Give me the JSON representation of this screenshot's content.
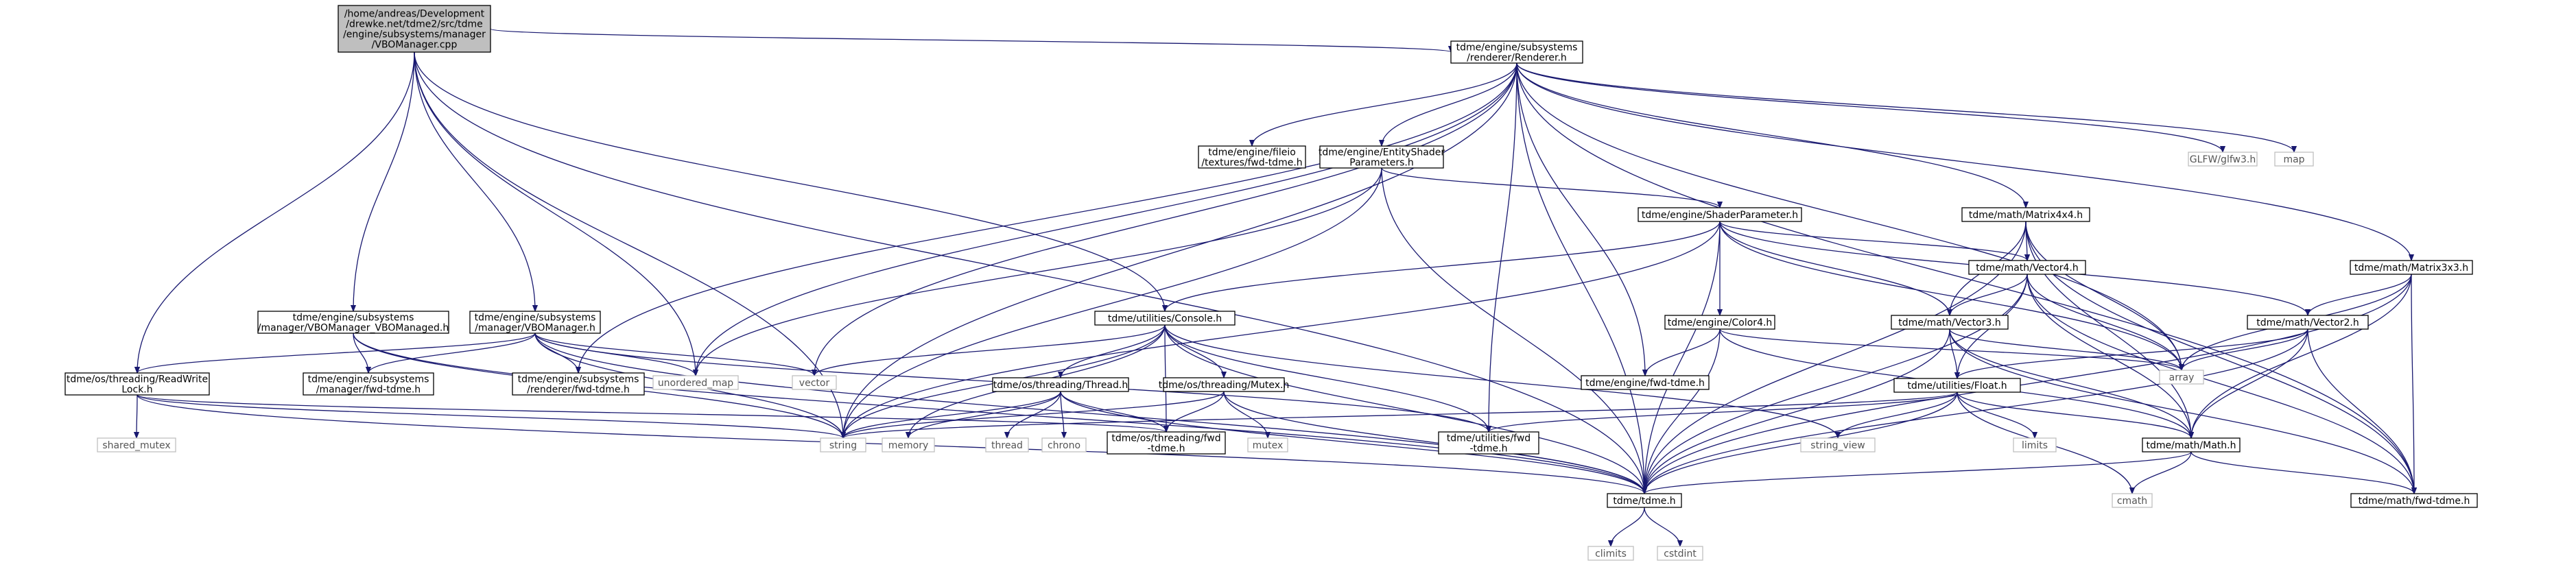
{
  "graph": {
    "nodes": [
      {
        "id": "root",
        "kind": "root",
        "lines": [
          "/home/andreas/Development",
          "/drewke.net/tdme2/src/tdme",
          "/engine/subsystems/manager",
          "/VBOManager.cpp"
        ]
      },
      {
        "id": "renderer",
        "kind": "file",
        "lines": [
          "tdme/engine/subsystems",
          "/renderer/Renderer.h"
        ]
      },
      {
        "id": "vbomanaged",
        "kind": "file",
        "lines": [
          "tdme/engine/subsystems",
          "/manager/VBOManager_VBOManaged.h"
        ]
      },
      {
        "id": "vbomanager",
        "kind": "file",
        "lines": [
          "tdme/engine/subsystems",
          "/manager/VBOManager.h"
        ]
      },
      {
        "id": "readwritelock",
        "kind": "file",
        "lines": [
          "tdme/os/threading/ReadWrite",
          "Lock.h"
        ]
      },
      {
        "id": "fileio_fwd",
        "kind": "file",
        "lines": [
          "tdme/engine/fileio",
          "/textures/fwd-tdme.h"
        ]
      },
      {
        "id": "entityshader",
        "kind": "file",
        "lines": [
          "tdme/engine/EntityShader",
          "Parameters.h"
        ]
      },
      {
        "id": "glfw",
        "kind": "external",
        "lines": [
          "GLFW/glfw3.h"
        ]
      },
      {
        "id": "map",
        "kind": "external",
        "lines": [
          "map"
        ]
      },
      {
        "id": "shaderparam",
        "kind": "file",
        "lines": [
          "tdme/engine/ShaderParameter.h"
        ]
      },
      {
        "id": "matrix4x4",
        "kind": "file",
        "lines": [
          "tdme/math/Matrix4x4.h"
        ]
      },
      {
        "id": "matrix3x3",
        "kind": "file",
        "lines": [
          "tdme/math/Matrix3x3.h"
        ]
      },
      {
        "id": "vector4",
        "kind": "file",
        "lines": [
          "tdme/math/Vector4.h"
        ]
      },
      {
        "id": "vector2",
        "kind": "file",
        "lines": [
          "tdme/math/Vector2.h"
        ]
      },
      {
        "id": "console",
        "kind": "file",
        "lines": [
          "tdme/utilities/Console.h"
        ]
      },
      {
        "id": "color4",
        "kind": "file",
        "lines": [
          "tdme/engine/Color4.h"
        ]
      },
      {
        "id": "vector3",
        "kind": "file",
        "lines": [
          "tdme/math/Vector3.h"
        ]
      },
      {
        "id": "manager_fwd",
        "kind": "file",
        "lines": [
          "tdme/engine/subsystems",
          "/manager/fwd-tdme.h"
        ]
      },
      {
        "id": "renderer_fwd",
        "kind": "file",
        "lines": [
          "tdme/engine/subsystems",
          "/renderer/fwd-tdme.h"
        ]
      },
      {
        "id": "unordered_map",
        "kind": "external",
        "lines": [
          "unordered_map"
        ]
      },
      {
        "id": "vector",
        "kind": "external",
        "lines": [
          "vector"
        ]
      },
      {
        "id": "engine_fwd",
        "kind": "file",
        "lines": [
          "tdme/engine/fwd-tdme.h"
        ]
      },
      {
        "id": "array",
        "kind": "external",
        "lines": [
          "array"
        ]
      },
      {
        "id": "float",
        "kind": "file",
        "lines": [
          "tdme/utilities/Float.h"
        ]
      },
      {
        "id": "shared_mutex",
        "kind": "external",
        "lines": [
          "shared_mutex"
        ]
      },
      {
        "id": "thread_h",
        "kind": "file",
        "lines": [
          "tdme/os/threading/Thread.h"
        ]
      },
      {
        "id": "mutex_h",
        "kind": "file",
        "lines": [
          "tdme/os/threading/Mutex.h"
        ]
      },
      {
        "id": "string",
        "kind": "external",
        "lines": [
          "string"
        ]
      },
      {
        "id": "memory",
        "kind": "external",
        "lines": [
          "memory"
        ]
      },
      {
        "id": "thread",
        "kind": "external",
        "lines": [
          "thread"
        ]
      },
      {
        "id": "chrono",
        "kind": "external",
        "lines": [
          "chrono"
        ]
      },
      {
        "id": "threading_fwd",
        "kind": "file",
        "lines": [
          "tdme/os/threading/fwd",
          "-tdme.h"
        ]
      },
      {
        "id": "mutex",
        "kind": "external",
        "lines": [
          "mutex"
        ]
      },
      {
        "id": "utilities_fwd",
        "kind": "file",
        "lines": [
          "tdme/utilities/fwd",
          "-tdme.h"
        ]
      },
      {
        "id": "string_view",
        "kind": "external",
        "lines": [
          "string_view"
        ]
      },
      {
        "id": "limits",
        "kind": "external",
        "lines": [
          "limits"
        ]
      },
      {
        "id": "math_h",
        "kind": "file",
        "lines": [
          "tdme/math/Math.h"
        ]
      },
      {
        "id": "tdme_h",
        "kind": "file",
        "lines": [
          "tdme/tdme.h"
        ]
      },
      {
        "id": "math_fwd",
        "kind": "file",
        "lines": [
          "tdme/math/fwd-tdme.h"
        ]
      },
      {
        "id": "cmath",
        "kind": "external",
        "lines": [
          "cmath"
        ]
      },
      {
        "id": "climits",
        "kind": "external",
        "lines": [
          "climits"
        ]
      },
      {
        "id": "cstdint",
        "kind": "external",
        "lines": [
          "cstdint"
        ]
      }
    ],
    "edges": [
      [
        "root",
        "renderer"
      ],
      [
        "root",
        "vbomanaged"
      ],
      [
        "root",
        "vbomanager"
      ],
      [
        "root",
        "readwritelock"
      ],
      [
        "root",
        "console"
      ],
      [
        "root",
        "unordered_map"
      ],
      [
        "root",
        "string"
      ],
      [
        "root",
        "tdme_h"
      ],
      [
        "renderer",
        "fileio_fwd"
      ],
      [
        "renderer",
        "entityshader"
      ],
      [
        "renderer",
        "glfw"
      ],
      [
        "renderer",
        "map"
      ],
      [
        "renderer",
        "matrix4x4"
      ],
      [
        "renderer",
        "matrix3x3"
      ],
      [
        "renderer",
        "renderer_fwd"
      ],
      [
        "renderer",
        "unordered_map"
      ],
      [
        "renderer",
        "vector"
      ],
      [
        "renderer",
        "string"
      ],
      [
        "renderer",
        "engine_fwd"
      ],
      [
        "renderer",
        "array"
      ],
      [
        "renderer",
        "utilities_fwd"
      ],
      [
        "renderer",
        "tdme_h"
      ],
      [
        "renderer",
        "math_fwd"
      ],
      [
        "entityshader",
        "shaderparam"
      ],
      [
        "entityshader",
        "unordered_map"
      ],
      [
        "entityshader",
        "string"
      ],
      [
        "entityshader",
        "tdme_h"
      ],
      [
        "shaderparam",
        "color4"
      ],
      [
        "shaderparam",
        "vector2"
      ],
      [
        "shaderparam",
        "vector3"
      ],
      [
        "shaderparam",
        "vector4"
      ],
      [
        "shaderparam",
        "console"
      ],
      [
        "shaderparam",
        "array"
      ],
      [
        "shaderparam",
        "string"
      ],
      [
        "shaderparam",
        "tdme_h"
      ],
      [
        "matrix4x4",
        "vector3"
      ],
      [
        "matrix4x4",
        "vector4"
      ],
      [
        "matrix4x4",
        "math_h"
      ],
      [
        "matrix4x4",
        "array"
      ],
      [
        "matrix4x4",
        "tdme_h"
      ],
      [
        "matrix4x4",
        "math_fwd"
      ],
      [
        "matrix3x3",
        "vector2"
      ],
      [
        "matrix3x3",
        "math_h"
      ],
      [
        "matrix3x3",
        "array"
      ],
      [
        "matrix3x3",
        "tdme_h"
      ],
      [
        "matrix3x3",
        "math_fwd"
      ],
      [
        "vector4",
        "vector3"
      ],
      [
        "vector4",
        "math_h"
      ],
      [
        "vector4",
        "float"
      ],
      [
        "vector4",
        "array"
      ],
      [
        "vector4",
        "tdme_h"
      ],
      [
        "vector4",
        "math_fwd"
      ],
      [
        "vector2",
        "math_h"
      ],
      [
        "vector2",
        "float"
      ],
      [
        "vector2",
        "array"
      ],
      [
        "vector2",
        "tdme_h"
      ],
      [
        "vector2",
        "math_fwd"
      ],
      [
        "vector3",
        "math_h"
      ],
      [
        "vector3",
        "float"
      ],
      [
        "vector3",
        "array"
      ],
      [
        "vector3",
        "tdme_h"
      ],
      [
        "vector3",
        "math_fwd"
      ],
      [
        "color4",
        "engine_fwd"
      ],
      [
        "color4",
        "math_h"
      ],
      [
        "color4",
        "array"
      ],
      [
        "color4",
        "tdme_h"
      ],
      [
        "console",
        "thread_h"
      ],
      [
        "console",
        "mutex_h"
      ],
      [
        "console",
        "threading_fwd"
      ],
      [
        "console",
        "utilities_fwd"
      ],
      [
        "console",
        "memory"
      ],
      [
        "console",
        "string"
      ],
      [
        "console",
        "string_view"
      ],
      [
        "console",
        "vector"
      ],
      [
        "console",
        "tdme_h"
      ],
      [
        "vbomanaged",
        "manager_fwd"
      ],
      [
        "vbomanaged",
        "string"
      ],
      [
        "vbomanaged",
        "tdme_h"
      ],
      [
        "vbomanager",
        "manager_fwd"
      ],
      [
        "vbomanager",
        "renderer_fwd"
      ],
      [
        "vbomanager",
        "readwritelock"
      ],
      [
        "vbomanager",
        "utilities_fwd"
      ],
      [
        "vbomanager",
        "unordered_map"
      ],
      [
        "vbomanager",
        "vector"
      ],
      [
        "vbomanager",
        "string"
      ],
      [
        "vbomanager",
        "tdme_h"
      ],
      [
        "readwritelock",
        "shared_mutex"
      ],
      [
        "readwritelock",
        "string"
      ],
      [
        "readwritelock",
        "threading_fwd"
      ],
      [
        "readwritelock",
        "tdme_h"
      ],
      [
        "thread_h",
        "thread"
      ],
      [
        "thread_h",
        "chrono"
      ],
      [
        "thread_h",
        "memory"
      ],
      [
        "thread_h",
        "string"
      ],
      [
        "thread_h",
        "threading_fwd"
      ],
      [
        "thread_h",
        "tdme_h"
      ],
      [
        "mutex_h",
        "mutex"
      ],
      [
        "mutex_h",
        "string"
      ],
      [
        "mutex_h",
        "threading_fwd"
      ],
      [
        "mutex_h",
        "tdme_h"
      ],
      [
        "float",
        "math_h"
      ],
      [
        "float",
        "limits"
      ],
      [
        "float",
        "cmath"
      ],
      [
        "float",
        "string"
      ],
      [
        "float",
        "string_view"
      ],
      [
        "float",
        "utilities_fwd"
      ],
      [
        "float",
        "tdme_h"
      ],
      [
        "math_h",
        "cmath"
      ],
      [
        "math_h",
        "math_fwd"
      ],
      [
        "math_h",
        "tdme_h"
      ],
      [
        "tdme_h",
        "climits"
      ],
      [
        "tdme_h",
        "cstdint"
      ]
    ]
  }
}
